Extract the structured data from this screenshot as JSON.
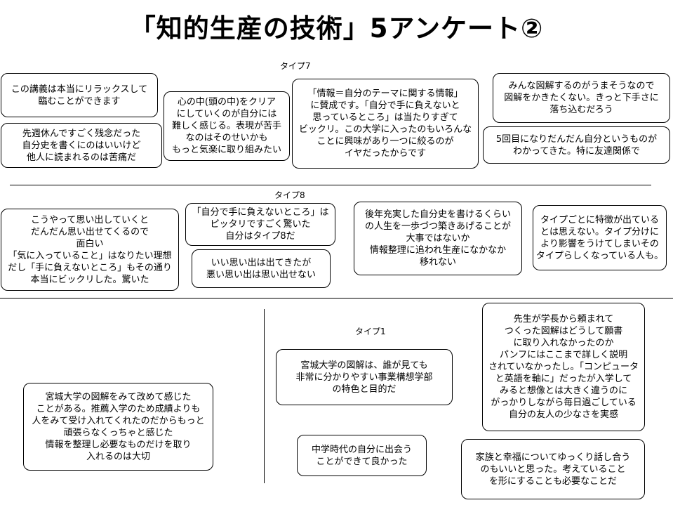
{
  "title": "「知的生産の技術」5アンケート②",
  "sections": {
    "type7": "タイプ7",
    "type8": "タイプ8",
    "type1": "タイプ1"
  },
  "comments": {
    "t7_relax": "この講義は本当にリラックスして\n臨むことができます",
    "t7_history": "先週休んですごく残念だった\n自分史を書くにのはいいけど\n他人に読まれるのは苦痛だ",
    "t7_mind": "心の中(頭の中)をクリア\nにしていくのが自分には\n難しく感じる。表現が苦手\nなのはそのせいかも\nもっと気楽に取り組みたい",
    "t7_info": "「情報＝自分のテーマに関する情報」\nに賛成です。「自分で手に負えないと\n思っているところ」は当たりすぎて\nビックリ。この大学に入ったのもいろんな\nことに興味があり一つに絞るのが\nイヤだったからです",
    "t7_diagram": "みんな図解するのがうまそうなので\n図解をかきたくない。きっと下手さに\n落ち込むだろう",
    "t7_fifth": "5回目になりだんだん自分というものが\nわかってきた。特に友達関係で",
    "t8_recall": "こうやって思い出していくと\nだんだん思い出せてくるので\n面白い\n「気に入っていること」はなりたい理想\nだし「手に負えないところ」もその通り\n本当にビックリした。驚いた",
    "t8_hands": "「自分で手に負えないところ」は\nピッタリですごく驚いた\n自分はタイプ8だ",
    "t8_memories": "いい思い出は出てきたが\n悪い思い出は思い出せない",
    "t8_later": "後年充実した自分史を書けるくらい\nの人生を一歩づつ築きあげることが\n大事ではないか\n情報整理に追われ生産になかなか\n移れない",
    "t8_types": "タイプごとに特徴が出ている\nとは思えない。タイプ分けに\nより影響をうけてしまいその\nタイプらしくなっている人も。",
    "t1_admission": "宮城大学の図解をみて改めて感じた\nことがある。推薦入学のため成績よりも\n人をみて受け入れてくれたのだからもっと\n頑張らなくっちゃと感じた\n情報を整理し必要なものだけを取り\n入れるのは大切",
    "t1_miyagi": "宮城大学の図解は、誰が見ても\n非常に分かりやすい事業構想学部\nの特色と目的だ",
    "t1_junior": "中学時代の自分に出会う\nことができて良かった",
    "t1_teacher": "先生が学長から頼まれて\nつくった図解はどうして願書\nに取り入れなかったのか\nパンフにはここまで詳しく説明\nされていなかったし。「コンピュータ\nと英語を軸に」だったが入学して\nみると想像とは大きく違うのに\nがっかりしながら毎日過ごしている\n自分の友人の少なさを実感",
    "t1_family": "家族と幸福についてゆっくり話し合う\nのもいいと思った。考えていること\nを形にすることも必要なことだ"
  }
}
